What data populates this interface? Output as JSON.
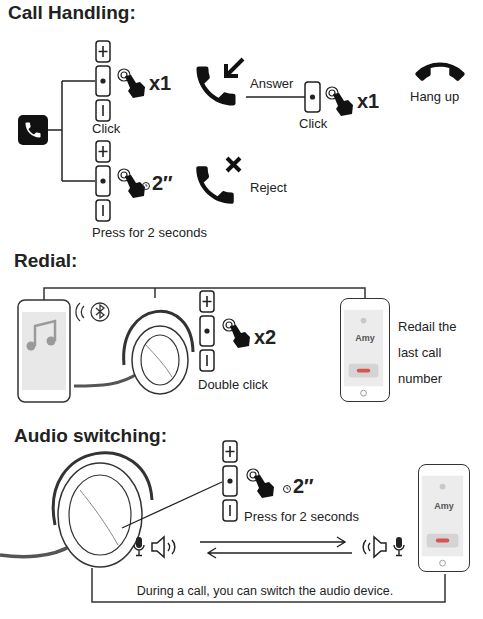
{
  "diagram": {
    "nodes": [
      {
        "text": [
          "Amy"
        ]
      },
      {
        "text": [
          "Amy"
        ]
      }
    ],
    "labels": [
      "Call Handling:",
      "x1",
      "Click",
      "Answer",
      "x1",
      "Click",
      "Hang up",
      "2″",
      "Reject",
      "Press for 2 seconds",
      "Redial:",
      "x2",
      "Double click",
      "Redail the last call number",
      "Audio switching:",
      "2″",
      "Press for 2 seconds",
      "During a call, you can switch the audio device."
    ]
  }
}
